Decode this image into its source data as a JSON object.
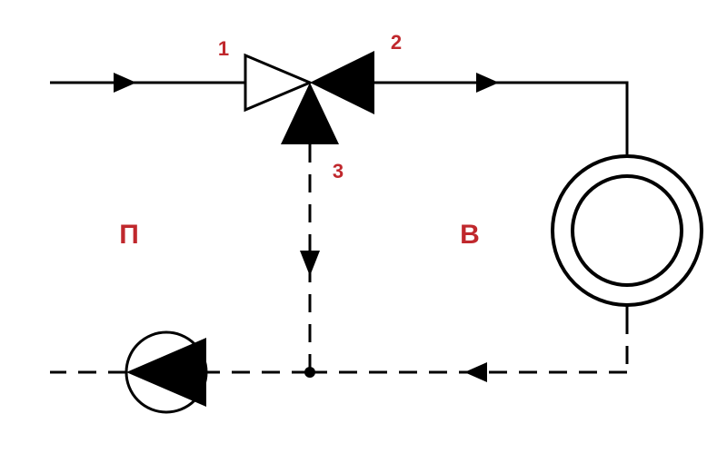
{
  "labels": {
    "port_1": "1",
    "port_2": "2",
    "port_3": "3",
    "zone_left": "П",
    "zone_right": "В"
  },
  "colors": {
    "line": "#000000",
    "label": "#c0282d",
    "background": "#ffffff"
  },
  "icons": {
    "valve": "three-way-valve-icon",
    "heater": "heat-exchanger-icon",
    "pump": "pump-icon",
    "flow_arrow": "flow-arrow-icon",
    "junction": "junction-dot-icon"
  }
}
